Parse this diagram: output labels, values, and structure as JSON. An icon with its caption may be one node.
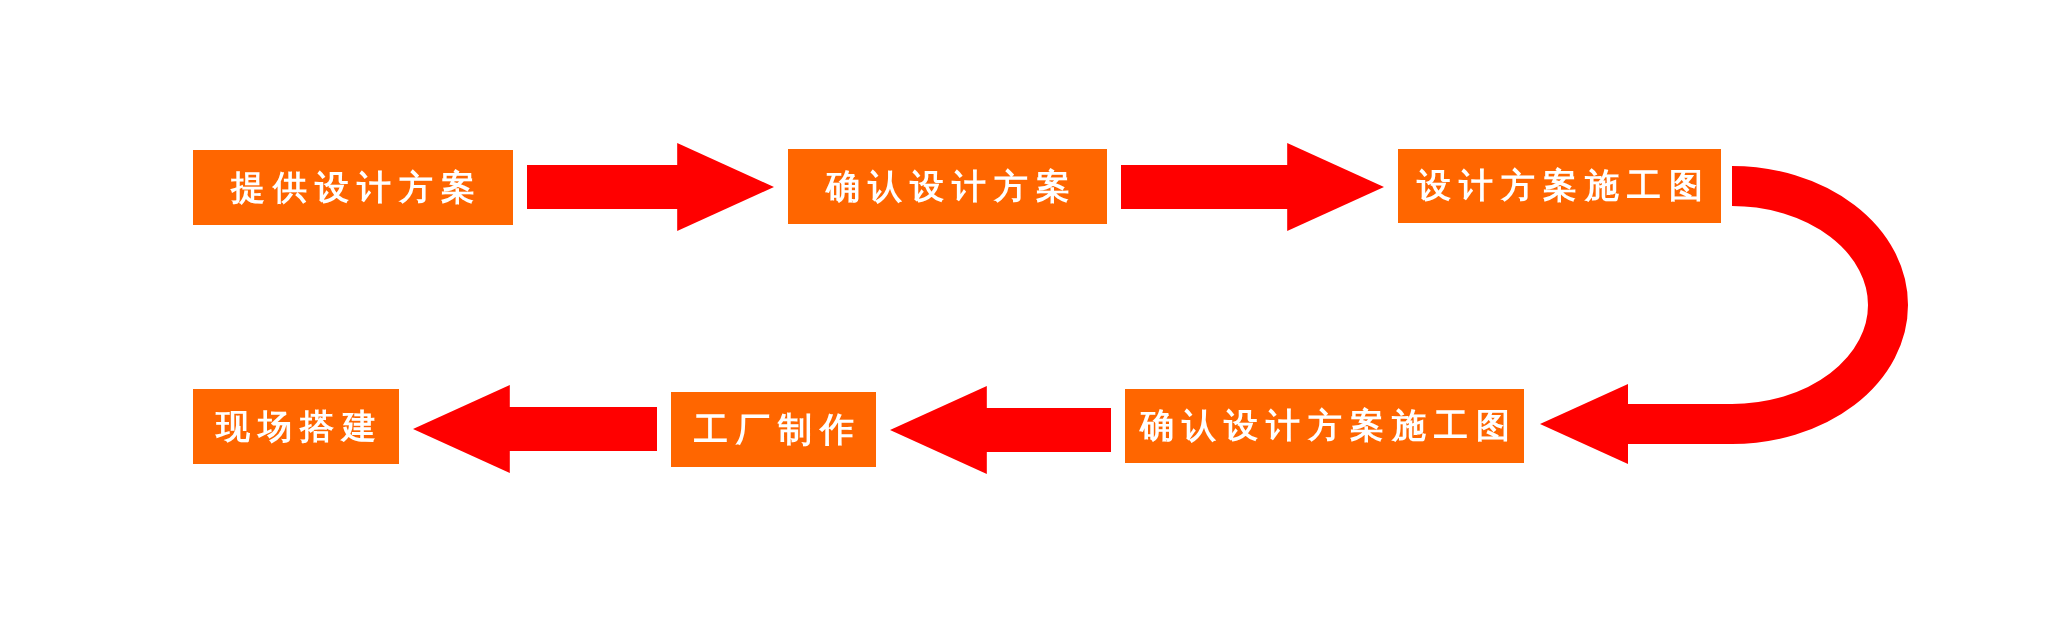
{
  "diagram": {
    "nodes": [
      {
        "text": [
          "提供设计方案"
        ]
      },
      {
        "text": [
          "确认设计方案"
        ]
      },
      {
        "text": [
          "设计方案施工图"
        ]
      },
      {
        "text": [
          "确认设计方案施工图"
        ]
      },
      {
        "text": [
          "工厂制作"
        ]
      },
      {
        "text": [
          "现场搭建"
        ]
      }
    ],
    "edges": [
      {
        "from": 0,
        "to": 1,
        "arrow": "to"
      },
      {
        "from": 1,
        "to": 2,
        "arrow": "to"
      },
      {
        "from": 2,
        "to": 3,
        "arrow": "to"
      },
      {
        "from": 3,
        "to": 4,
        "arrow": "to"
      },
      {
        "from": 4,
        "to": 5,
        "arrow": "to"
      }
    ]
  }
}
